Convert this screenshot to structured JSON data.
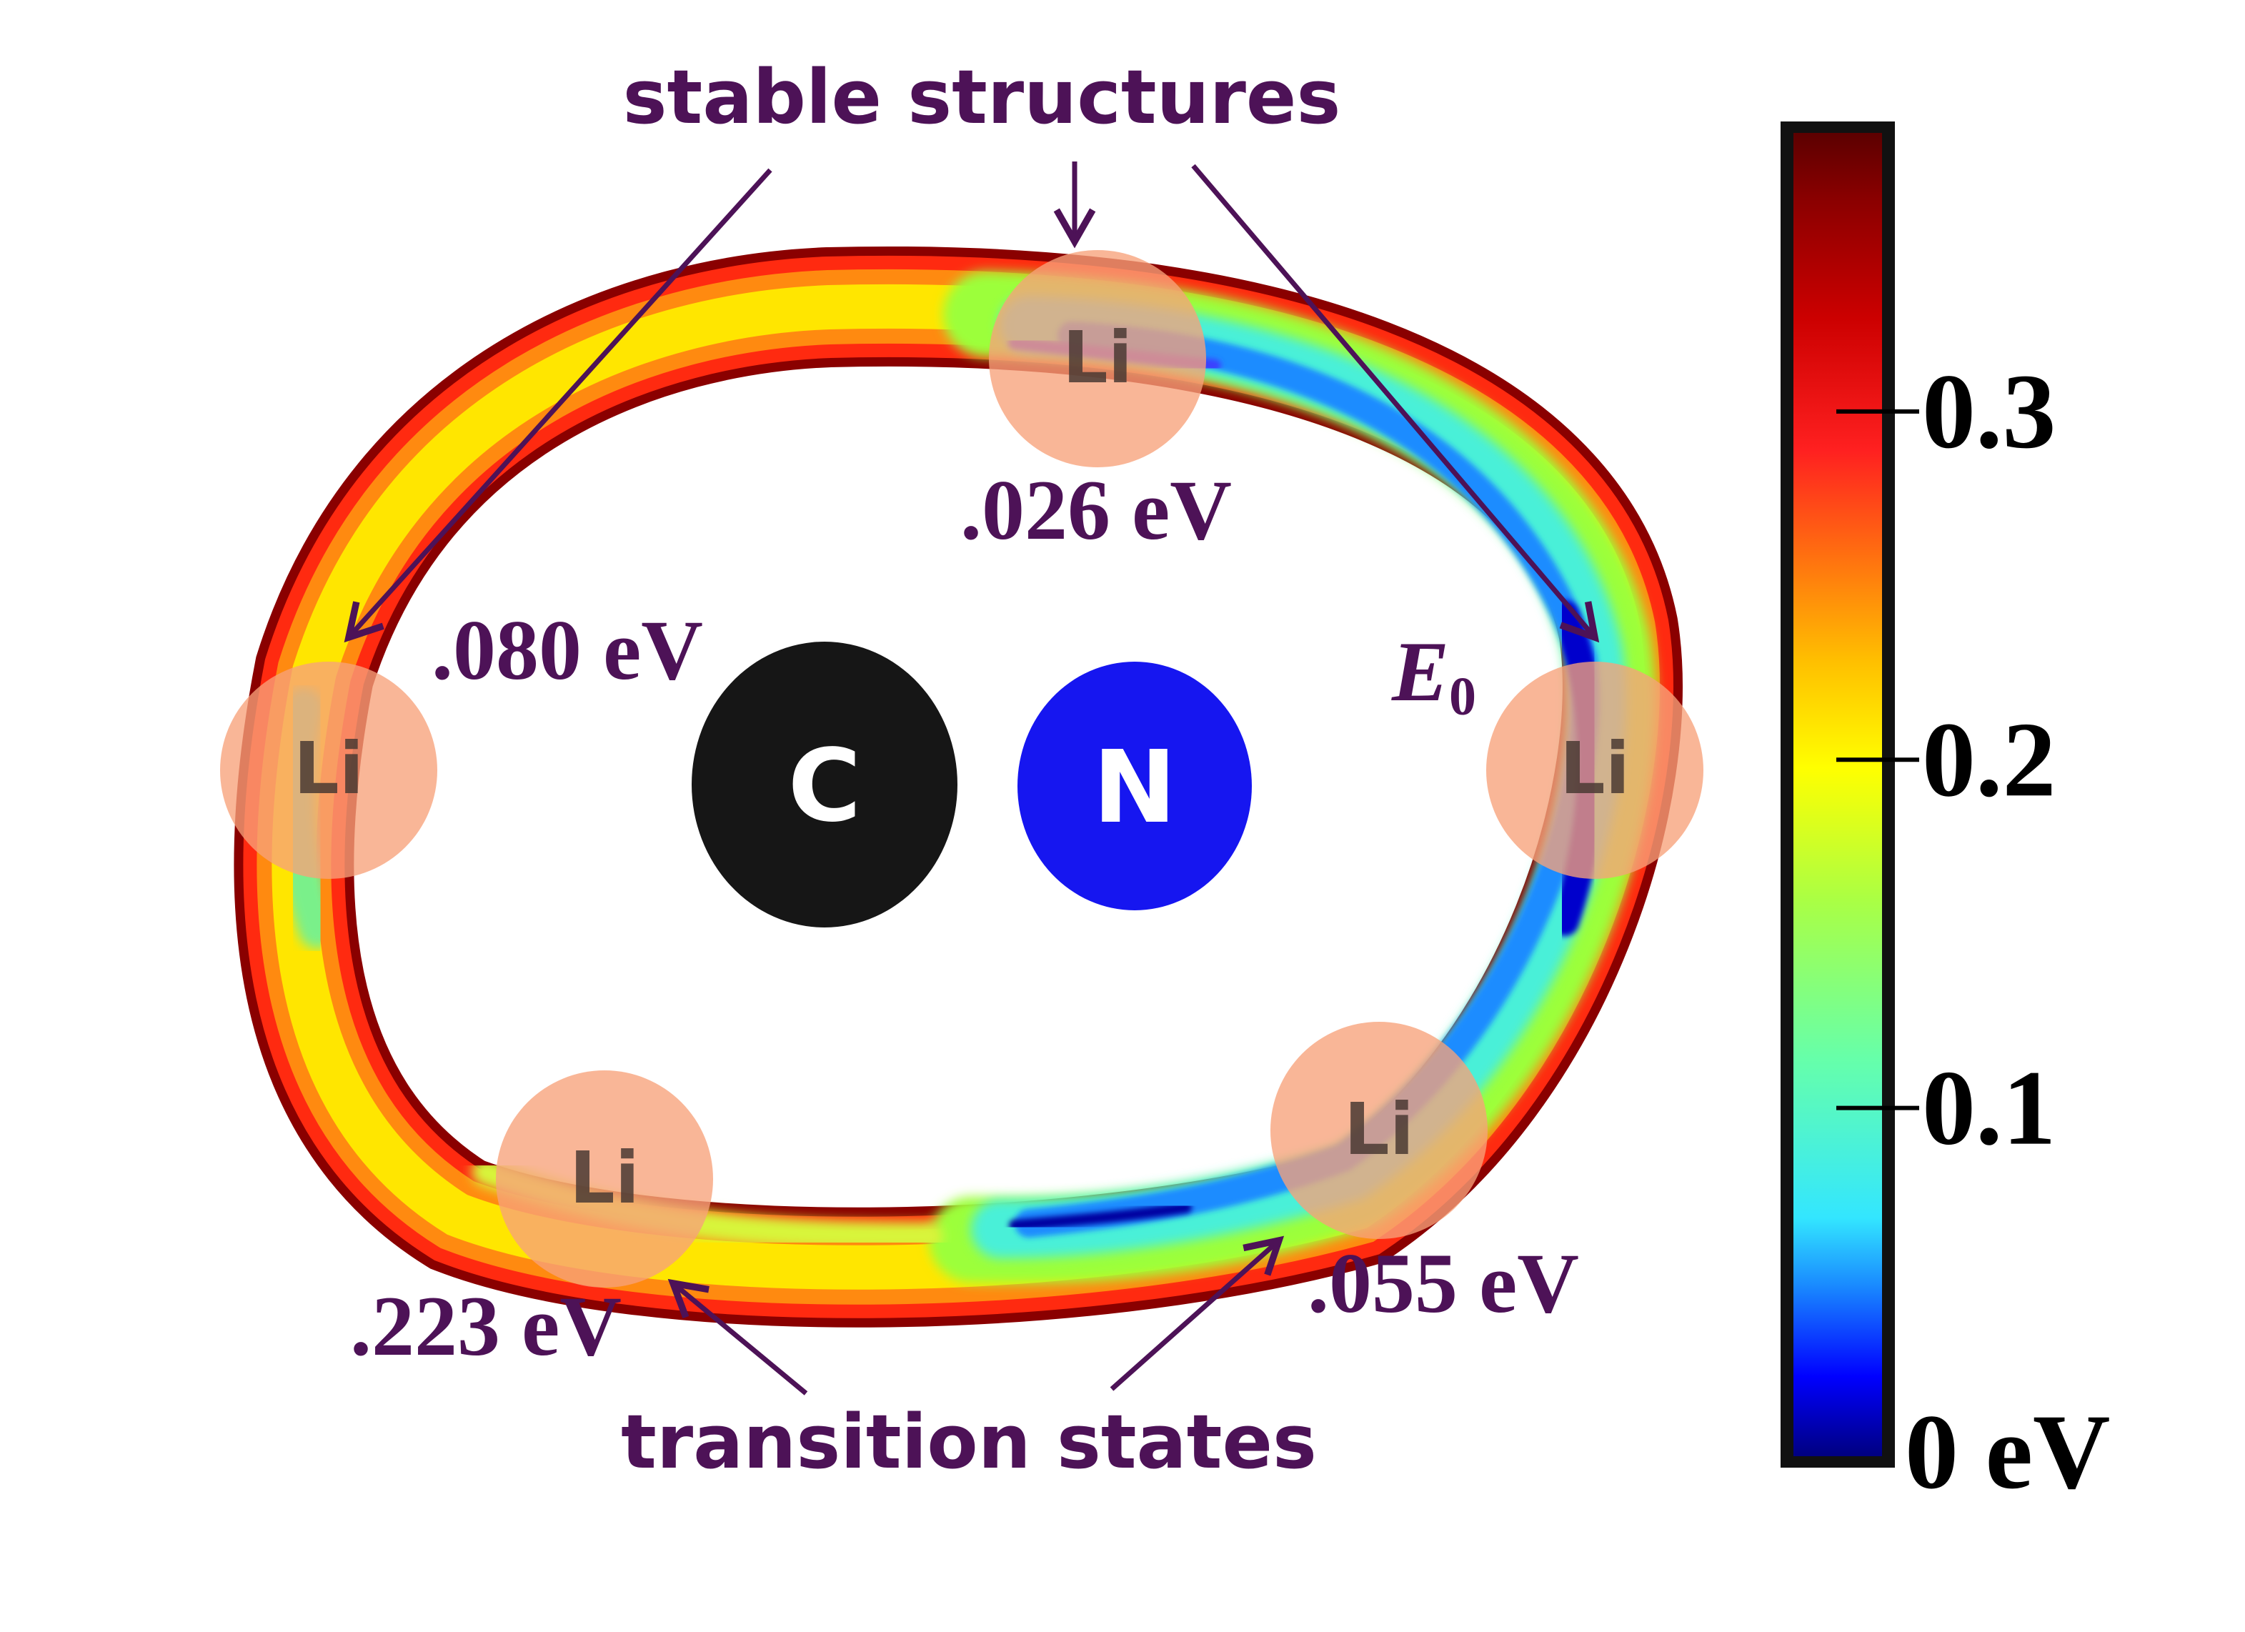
{
  "header": {
    "stable_label": "stable structures",
    "transition_label": "transition states"
  },
  "atoms": {
    "carbon": "C",
    "nitrogen": "N",
    "lithium": "Li"
  },
  "energies": {
    "top": ".026 eV",
    "left": ".080 eV",
    "right_symbol": "E",
    "right_subscript": "0",
    "bottom_left": ".223 eV",
    "bottom_right": ".055 eV"
  },
  "colorbar": {
    "ticks": [
      "0.3",
      "0.2",
      "0.1"
    ],
    "bottom_label": "0 eV",
    "min_value": 0,
    "max_value": 0.38,
    "tick_values": [
      0.3,
      0.2,
      0.1
    ]
  },
  "colors": {
    "label_purple": "#4d1257",
    "carbon": "#161616",
    "nitrogen": "#1616f0",
    "li_halo": "#f7a27a"
  }
}
